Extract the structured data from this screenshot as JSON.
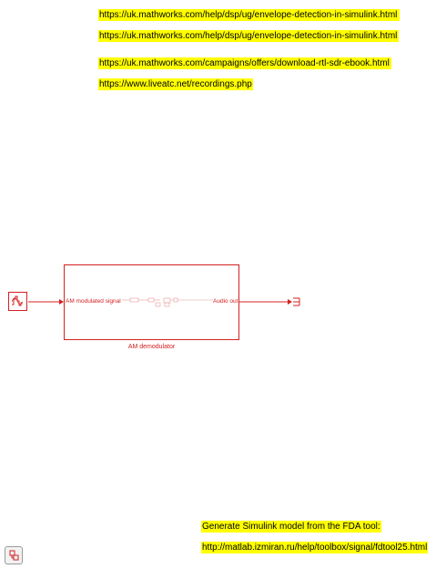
{
  "annotations": {
    "link1": "https://uk.mathworks.com/help/dsp/ug/envelope-detection-in-simulink.html",
    "link2": "https://uk.mathworks.com/help/dsp/ug/envelope-detection-in-simulink.html",
    "link3": "https://uk.mathworks.com/campaigns/offers/download-rtl-sdr-ebook.html",
    "link4": "https://www.liveatc.net/recordings.php",
    "fda_title": "Generate Simulink model from the FDA tool:",
    "fda_link": "http://matlab.izmiran.ru/help/toolbox/signal/fdtool25.html"
  },
  "subsystem": {
    "name": "AM demodulator",
    "input_port": "AM modulated signal",
    "output_port": "Audio out"
  },
  "blocks": {
    "source_icon": "sine-wave-source-icon",
    "sink_icon": "audio-device-writer-icon"
  },
  "toolbar": {
    "corner_icon": "hide-show-navigator-icon"
  },
  "colors": {
    "block": "#d42020",
    "annotation_bg": "#ffff00"
  }
}
